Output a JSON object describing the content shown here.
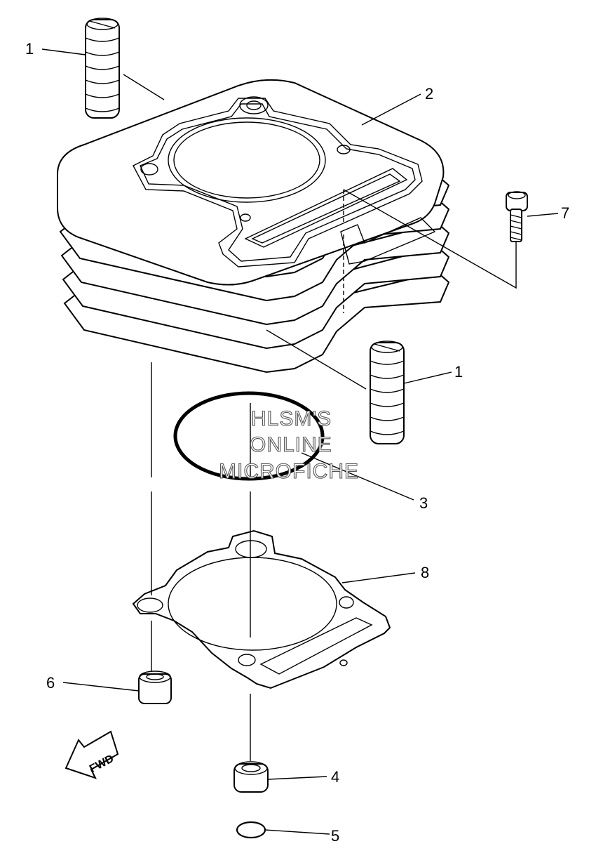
{
  "callouts": {
    "c1_top": "1",
    "c2": "2",
    "c7": "7",
    "c1_right": "1",
    "c3": "3",
    "c8": "8",
    "c6": "6",
    "c4": "4",
    "c5": "5"
  },
  "watermark": {
    "line1": "HLSM'S",
    "line2": "ONLINE",
    "line3": "MICROFICHE"
  },
  "fwd_arrow": {
    "label": "FWD"
  }
}
